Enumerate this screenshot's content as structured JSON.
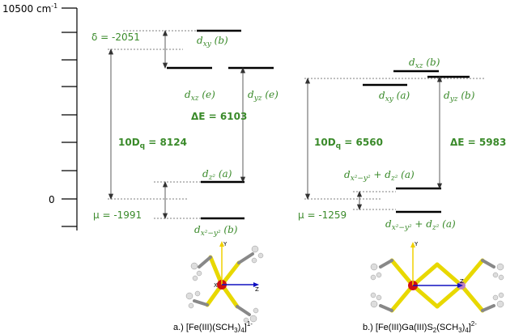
{
  "axis": {
    "top_label": "10500 cm",
    "top_label_sup": "-1",
    "zero_label": "0"
  },
  "left": {
    "delta": "δ = -2051",
    "mu": "μ = -1991",
    "tenDq_main": "10D",
    "tenDq_sub": "q",
    "tenDq_val": " = 8124",
    "deltaE": "ΔE = 6103",
    "dxy": "d",
    "dxy_sub": "xy",
    "dxy_sym": " (b)",
    "dxz": "d",
    "dxz_sub": "xz",
    "dxz_sym": " (e)",
    "dyz": "d",
    "dyz_sub": "yz",
    "dyz_sym": " (e)",
    "dz2": "d",
    "dz2_sub": "z²",
    "dz2_sym": " (a)",
    "dx2y2": "d",
    "dx2y2_sub": "x²−y²",
    "dx2y2_sym": " (b)",
    "caption": "a.) [Fe(III)(SCH",
    "caption_sub": "3",
    "caption_tail": ")",
    "caption_sub2": "4",
    "caption_tail2": "]",
    "caption_sup": "1-"
  },
  "right": {
    "mu": "μ = -1259",
    "tenDq_main": "10D",
    "tenDq_sub": "q",
    "tenDq_val": " = 6560",
    "deltaE": "ΔE = 5983",
    "dxz": "d",
    "dxz_sub": "xz",
    "dxz_sym": " (b)",
    "dxy": "d",
    "dxy_sub": "xy",
    "dxy_sym": " (a)",
    "dyz": "d",
    "dyz_sub": "yz",
    "dyz_sym": " (b)",
    "mix_upper": "d",
    "mix_upper_sub": "x²−y²",
    "mix_upper_mid": " + d",
    "mix_upper_sub2": "z²",
    "mix_upper_sym": " (a)",
    "mix_lower": "d",
    "mix_lower_sub": "x²−y²",
    "mix_lower_mid": " + d",
    "mix_lower_sub2": "z²",
    "mix_lower_sym": " (a)",
    "caption": "b.) [Fe(III)Ga(III)S",
    "caption_sub": "2",
    "caption_tail": "(SCH",
    "caption_sub2": "3",
    "caption_tail2": ")",
    "caption_sub3": "4",
    "caption_tail3": "]",
    "caption_sup": "2-"
  },
  "molecule": {
    "axis_y": "Y",
    "axis_z": "Z",
    "axis_x": "X"
  },
  "colors": {
    "green": "#3a8a2a",
    "sulfur": "#e8d800",
    "iron": "#d01010",
    "axis_blue": "#1010c0",
    "axis_yellow": "#f0d000"
  }
}
